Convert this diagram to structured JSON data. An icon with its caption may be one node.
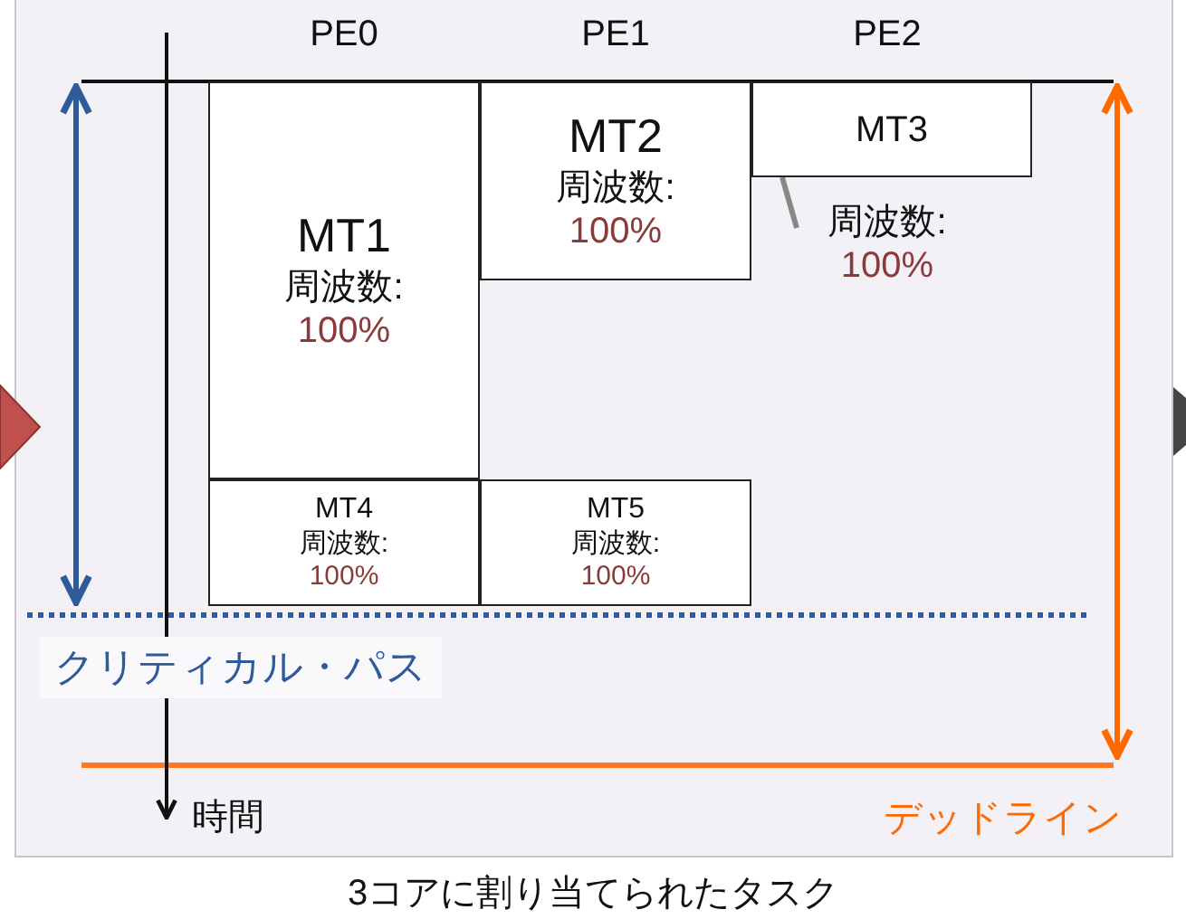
{
  "diagram": {
    "caption": "3コアに割り当てられたタスク",
    "nodes": [
      {
        "text": [
          "MT1",
          "周波数:",
          "100%"
        ]
      },
      {
        "text": [
          "MT2",
          "周波数:",
          "100%"
        ]
      },
      {
        "text": [
          "MT3"
        ]
      },
      {
        "text": [
          "周波数:",
          "100%"
        ]
      },
      {
        "text": [
          "MT4",
          "周波数:",
          "100%"
        ]
      },
      {
        "text": [
          "MT5",
          "周波数:",
          "100%"
        ]
      }
    ],
    "edges": [
      {
        "from": 3,
        "to": 2,
        "arrow": "none"
      }
    ],
    "labels": [
      "PE0",
      "PE1",
      "PE2",
      "クリティカル・パス",
      "時間",
      "デッドライン"
    ]
  }
}
